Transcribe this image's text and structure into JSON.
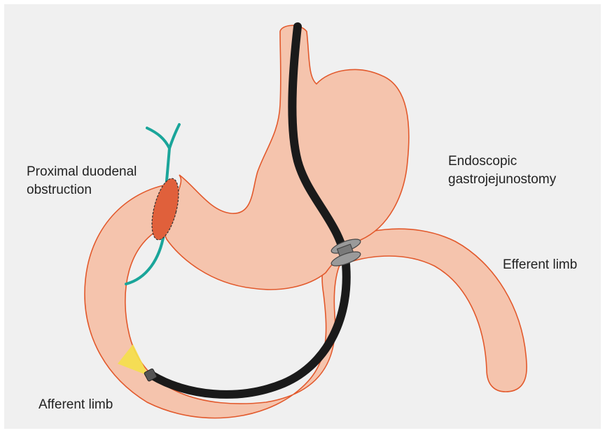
{
  "labels": {
    "proximal_obstruction": [
      "Proximal duodenal",
      "obstruction"
    ],
    "gastrojejunostomy": [
      "Endoscopic",
      "gastrojejunostomy"
    ],
    "efferent_limb": "Efferent limb",
    "afferent_limb": "Afferent limb"
  },
  "colors": {
    "background": "#f0f0f0",
    "tissue_fill": "#f5c4ad",
    "tissue_outline": "#e2592c",
    "obstruction": "#e0603b",
    "bile_duct": "#1aa59a",
    "endoscope": "#1a1a1a",
    "stent": "#8c8c8c",
    "light": "#f5e04a"
  },
  "icons": [
    "endoscope-tube",
    "lumen-apposing-stent",
    "endoscope-light-beam",
    "obstruction-mass",
    "bile-duct"
  ]
}
